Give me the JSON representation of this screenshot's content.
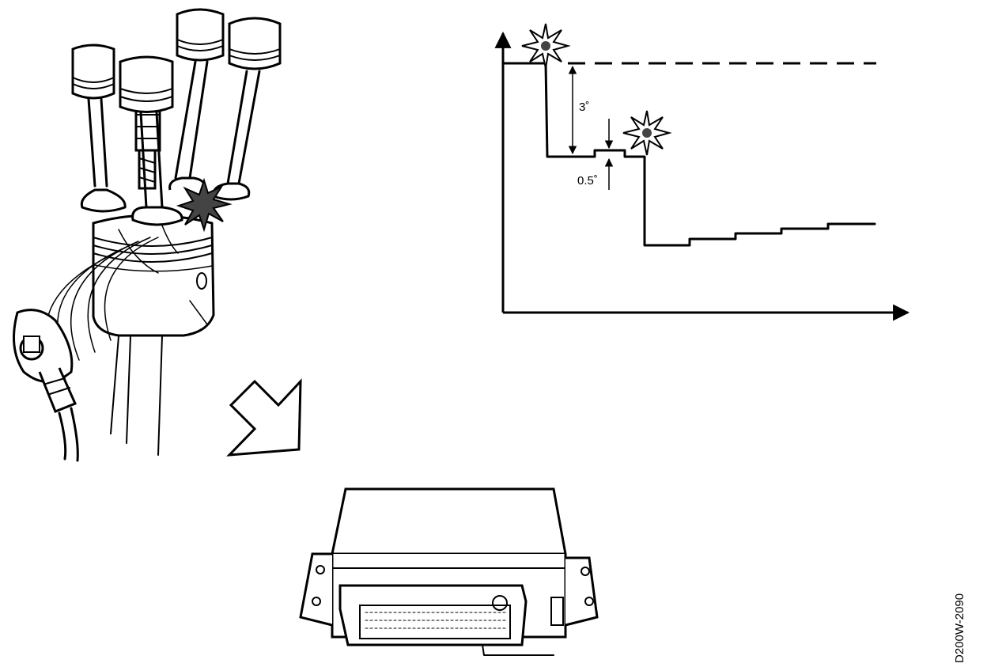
{
  "graph": {
    "label_step_large": "3˚",
    "label_step_small": "0.5˚"
  },
  "reference_code": "D200W-2090",
  "colors": {
    "ink": "#000000",
    "paper": "#ffffff",
    "flash_fill": "#444444"
  }
}
